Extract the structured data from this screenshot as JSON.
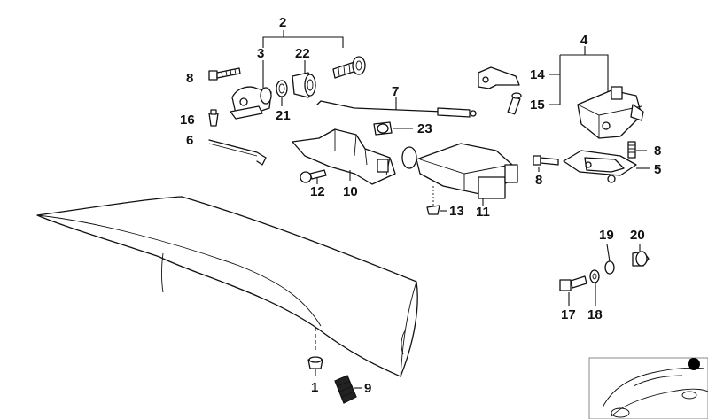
{
  "diagram": {
    "title": "Trunk lid lock parts diagram",
    "labels": {
      "l1": "1",
      "l2": "2",
      "l3": "3",
      "l4": "4",
      "l5": "5",
      "l6": "6",
      "l7": "7",
      "l8a": "8",
      "l8b": "8",
      "l8c": "8",
      "l9": "9",
      "l10": "10",
      "l11": "11",
      "l12": "12",
      "l13": "13",
      "l14": "14",
      "l15": "15",
      "l16": "16",
      "l17": "17",
      "l18": "18",
      "l19": "19",
      "l20": "20",
      "l21": "21",
      "l22": "22",
      "l23": "23"
    },
    "colors": {
      "line": "#111111",
      "background": "#ffffff",
      "marker": "#000000"
    }
  }
}
